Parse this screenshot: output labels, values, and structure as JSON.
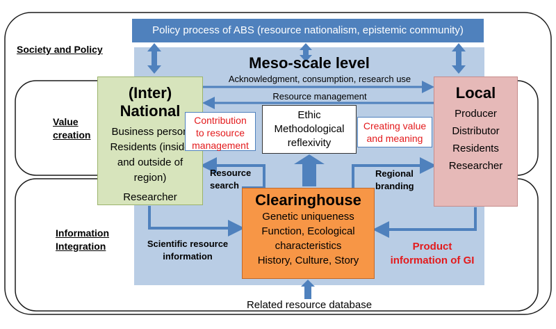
{
  "policy_bar": "Policy process of ABS (resource nationalism, epistemic community)",
  "meso_title": "Meso-scale level",
  "side_labels": {
    "society": "Society and Policy",
    "value_line1": "Value",
    "value_line2": "creation",
    "info_line1": "Information",
    "info_line2": "Integration"
  },
  "national": {
    "title": "(Inter) National",
    "items": [
      "Business person",
      "Residents (inside",
      "and outside of",
      "region)",
      "Researcher"
    ]
  },
  "local": {
    "title": "Local",
    "items": [
      "Producer",
      "Distributor",
      "Residents",
      "Researcher"
    ]
  },
  "arrows": {
    "acknowledgment": "Acknowledgment, consumption, research use",
    "resource_mgmt": "Resource management"
  },
  "contribution": [
    "Contribution",
    "to resource",
    "management"
  ],
  "ethic": [
    "Ethic",
    "Methodological",
    "reflexivity"
  ],
  "creating": [
    "Creating value",
    "and meaning"
  ],
  "resource_search": [
    "Resource",
    "search"
  ],
  "regional_branding": [
    "Regional",
    "branding"
  ],
  "clearinghouse": {
    "title": "Clearinghouse",
    "items": [
      "Genetic uniqueness",
      "Function,  Ecological",
      "characteristics",
      "History, Culture, Story"
    ]
  },
  "scientific": [
    "Scientific resource",
    "information"
  ],
  "product": [
    "Product",
    "information of GI"
  ],
  "database": "Related resource database",
  "colors": {
    "blue": "#4f81bd",
    "meso_bg": "#b9cde5",
    "national_bg": "#d7e4bc",
    "local_bg": "#e6b9b8",
    "clearinghouse_bg": "#f79646",
    "red_text": "#e31a1c"
  }
}
